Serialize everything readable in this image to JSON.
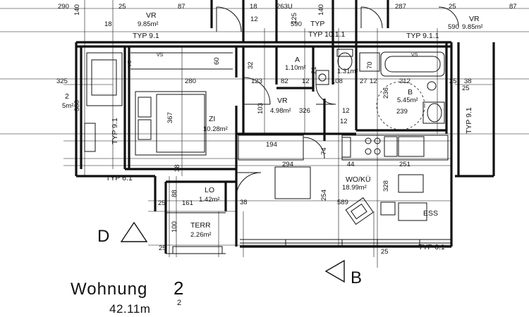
{
  "plan": {
    "title": "Wohnung",
    "number": "2",
    "area_value": "42.11m",
    "area_exp": "2",
    "section_marks": [
      {
        "letter": "D",
        "symbol": "triangle-right-icon"
      },
      {
        "letter": "B",
        "symbol": "triangle-left-icon"
      }
    ],
    "rooms": [
      {
        "code": "ZI",
        "area": "10.28m²",
        "size": "367"
      },
      {
        "code": "VR",
        "area": "4.98m²",
        "size": "326"
      },
      {
        "code": "A",
        "area": "1.10m²"
      },
      {
        "code": "",
        "area": "1.31m²"
      },
      {
        "code": "B",
        "area": "5.45m²",
        "size": "239"
      },
      {
        "code": "WO/KÜ",
        "area": "18.99m²"
      },
      {
        "code": "LO",
        "area": "1.42m²",
        "size": "161"
      },
      {
        "code": "TERR",
        "area": "2.26m²"
      }
    ],
    "wall_types": [
      "TYP 9.1",
      "TYP 9.1",
      "TYP 10.1.1",
      "TYP 9.1.1",
      "TYP 6.1",
      "TYP 6.1",
      "TYP 9.1"
    ],
    "neighbor_labels": {
      "vr_left": "VR",
      "vr_left_area": "9.85m²",
      "vr_right": "VR",
      "vr_right_area": "9.85m²",
      "left_room_num": "2",
      "left_room_area": "5m²",
      "ess": "ESS",
      "vs": "VS",
      "typ_top": "TYP"
    },
    "dims_top": [
      "290",
      "140",
      "25",
      "87",
      "18",
      "263U",
      "140",
      "287",
      "25",
      "87",
      "18",
      "590",
      "590",
      "12",
      "125",
      "12"
    ],
    "dims_misc": [
      "325",
      "388",
      "280",
      "60",
      "32",
      "123",
      "82",
      "12",
      "108",
      "27",
      "12",
      "212",
      "25",
      "38",
      "103",
      "44",
      "194",
      "294",
      "251",
      "254",
      "589",
      "328",
      "88",
      "25",
      "100",
      "74",
      "236",
      "21",
      "12",
      "70",
      "32",
      "12",
      "12",
      "25",
      "12",
      "38",
      "38",
      "25",
      "25",
      "12",
      "38"
    ]
  }
}
